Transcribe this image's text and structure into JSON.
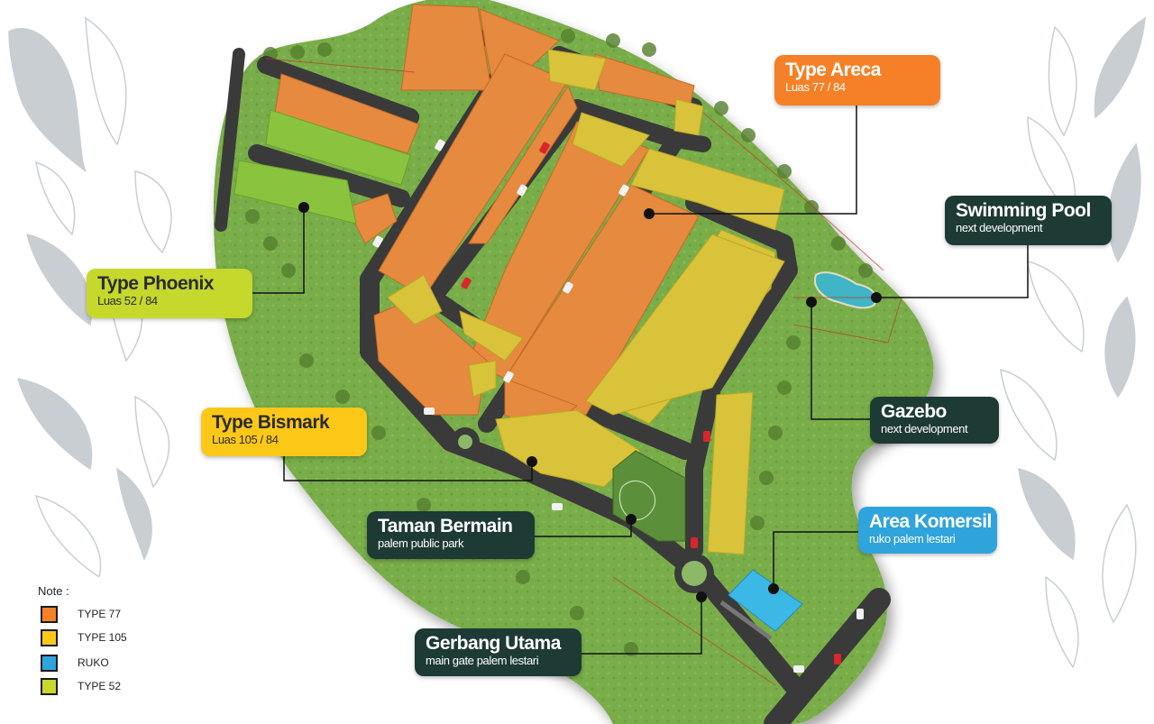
{
  "legend": {
    "title": "Note :",
    "items": [
      {
        "label": "TYPE 77",
        "color": "#f58027"
      },
      {
        "label": "TYPE 105",
        "color": "#fcc817"
      },
      {
        "label": "RUKO",
        "color": "#2fa3dc"
      },
      {
        "label": "TYPE 52",
        "color": "#c6d82c"
      }
    ]
  },
  "callouts": {
    "areca": {
      "title": "Type Areca",
      "sub": "Luas 77 / 84",
      "color": "#f58027"
    },
    "swimming_pool": {
      "title": "Swimming Pool",
      "sub": "next development",
      "color": "#1d3a35"
    },
    "phoenix": {
      "title": "Type Phoenix",
      "sub": "Luas 52 / 84",
      "color": "#c6d82c"
    },
    "bismark": {
      "title": "Type Bismark",
      "sub": "Luas 105 / 84",
      "color": "#fcc817"
    },
    "gazebo": {
      "title": "Gazebo",
      "sub": "next development",
      "color": "#1d3a35"
    },
    "taman_bermain": {
      "title": "Taman Bermain",
      "sub": "palem public park",
      "color": "#1d3a35"
    },
    "area_komersil": {
      "title": "Area Komersil",
      "sub": "ruko palem lestari",
      "color": "#2fa3dc"
    },
    "gerbang_utama": {
      "title": "Gerbang Utama",
      "sub": "main gate palem lestari",
      "color": "#1d3a35"
    }
  },
  "colors": {
    "type77": "#f58027",
    "type105": "#fcc817",
    "ruko": "#2fa3dc",
    "type52": "#c6d82c",
    "road": "#3a3a3a",
    "grass": "#6fa640",
    "leaf": "#c9ced3"
  }
}
